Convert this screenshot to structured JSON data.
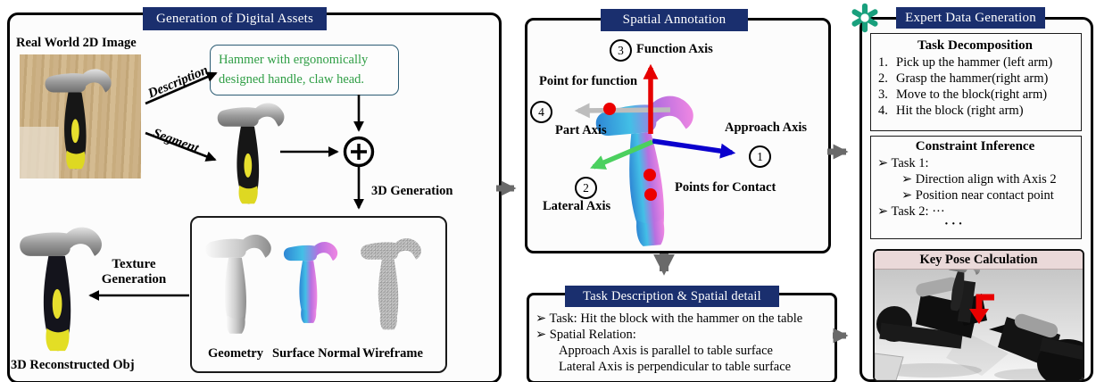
{
  "left_panel": {
    "title": "Generation of Digital Assets",
    "real_world_label": "Real World 2D Image",
    "description_label": "Description",
    "segment_label": "Segment",
    "caption": "Hammer with ergonomically designed handle, claw head.",
    "gen3d_label": "3D Generation",
    "texture_line1": "Texture",
    "texture_line2": "Generation",
    "reconstructed_label": "3D Reconstructed Obj",
    "geometry_label": "Geometry",
    "surface_normal_label": "Surface Normal",
    "wireframe_label": "Wireframe"
  },
  "spatial_panel": {
    "title": "Spatial Annotation",
    "point_for_function": "Point for function",
    "points_for_contact": "Points for Contact",
    "axes": {
      "approach": {
        "num": "1",
        "label": "Approach Axis"
      },
      "lateral": {
        "num": "2",
        "label": "Lateral Axis"
      },
      "function": {
        "num": "3",
        "label": "Function Axis"
      },
      "part": {
        "num": "4",
        "label": "Part Axis"
      }
    }
  },
  "task_panel": {
    "title": "Task Description & Spatial detail",
    "line1": "➢ Task: Hit the block with the hammer on the table",
    "line2": "➢ Spatial Relation:",
    "line3": "Approach Axis is parallel to table surface",
    "line4": "Lateral Axis is perpendicular to table surface"
  },
  "right_panel": {
    "title": "Expert Data Generation",
    "task_decomposition": {
      "title": "Task Decomposition",
      "items": [
        {
          "num": "1.",
          "text": "Pick up the hammer (left arm)"
        },
        {
          "num": "2.",
          "text": "Grasp the hammer(right arm)"
        },
        {
          "num": "3.",
          "text": "Move to the block(right arm)"
        },
        {
          "num": "4.",
          "text": "Hit the block (right arm)"
        }
      ]
    },
    "constraint_inference": {
      "title": "Constraint Inference",
      "line1": "➢ Task 1:",
      "line2": "➢ Direction align with Axis 2",
      "line3": "➢ Position near contact point",
      "line4": "➢ Task 2: ···",
      "line5": "···"
    },
    "key_pose": {
      "title": "Key Pose Calculation"
    }
  },
  "colors": {
    "banner_bg": "#1a2f6e",
    "caption_green": "#2f9e45",
    "axis_red": "#e60000",
    "axis_blue": "#0b00cd",
    "axis_green": "#4bd05f",
    "axis_part_gray": "#bdbdbd",
    "flow_gray": "#6a6a6a",
    "logo_teal": "#19a07d"
  }
}
